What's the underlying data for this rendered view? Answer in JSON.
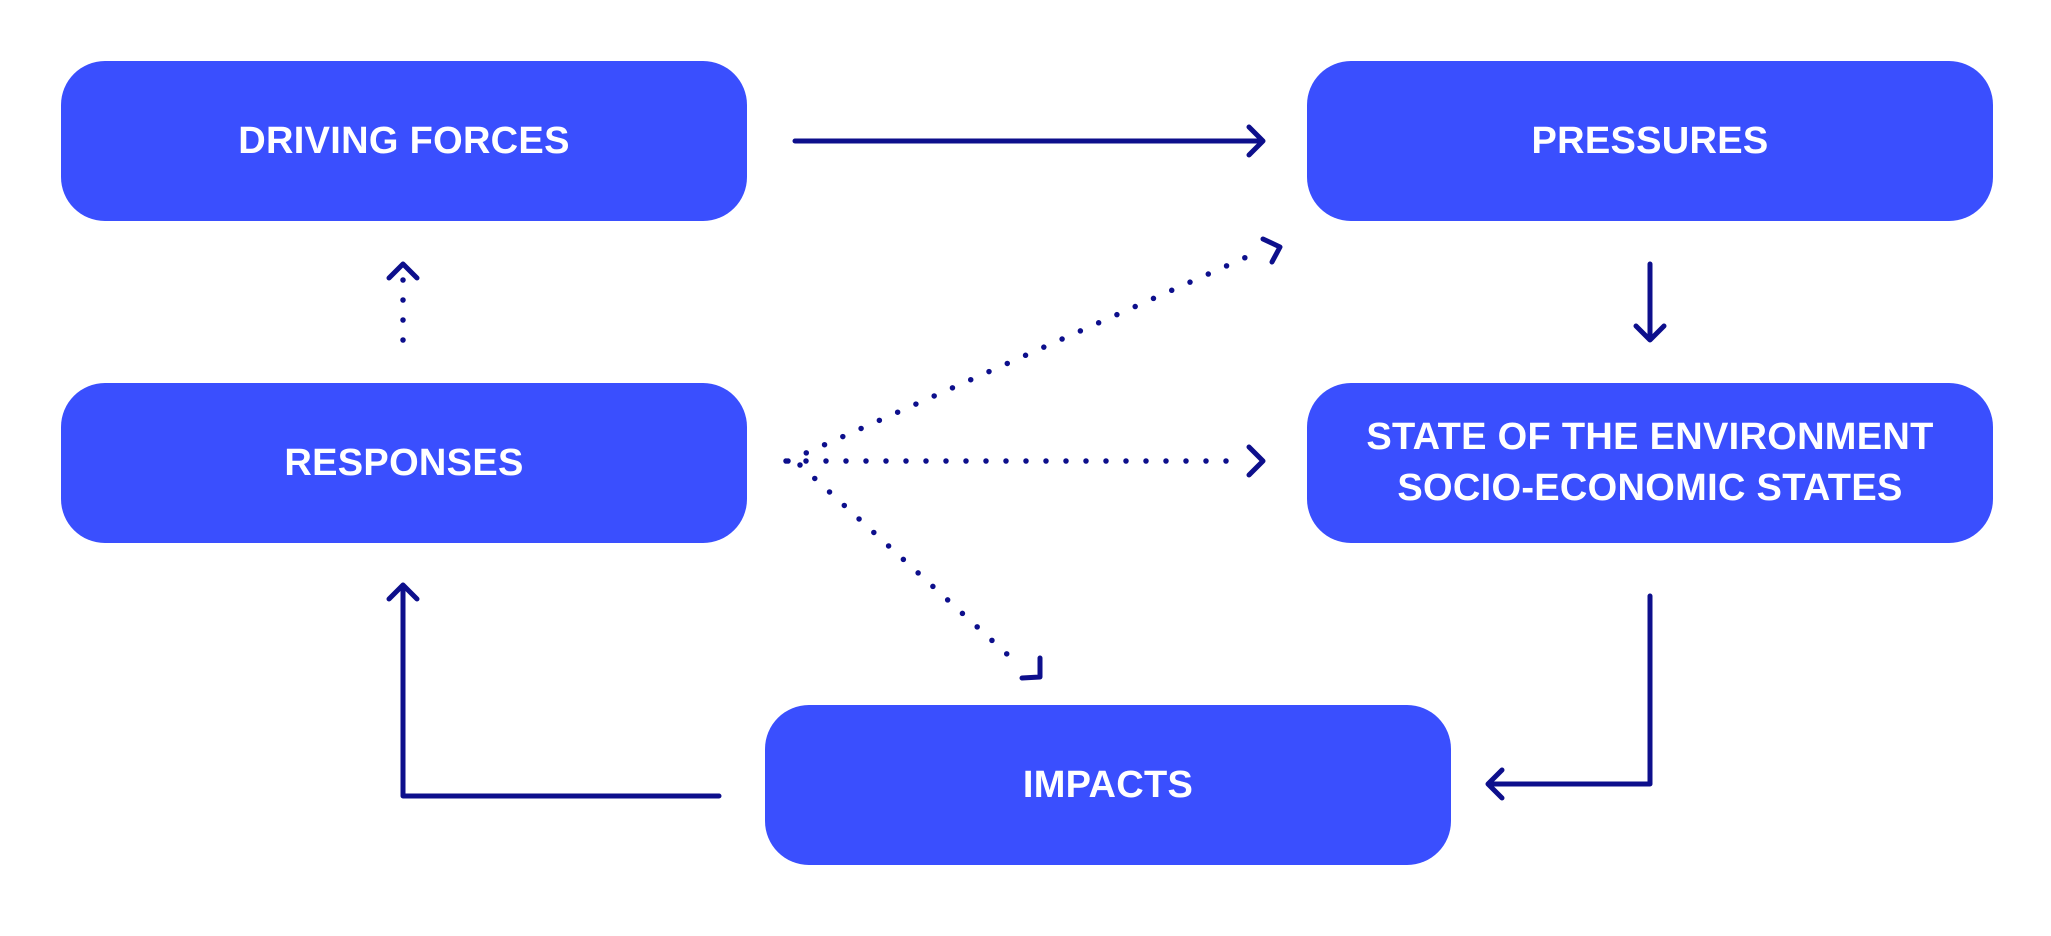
{
  "colors": {
    "box_fill": "#3a4ffe",
    "box_text": "#ffffff",
    "arrow": "#0d0f8c",
    "background": "#ffffff"
  },
  "nodes": {
    "driving_forces": {
      "lines": [
        "DRIVING FORCES"
      ]
    },
    "pressures": {
      "lines": [
        "PRESSURES"
      ]
    },
    "responses": {
      "lines": [
        "RESPONSES"
      ]
    },
    "state": {
      "lines": [
        "STATE OF THE ENVIRONMENT",
        "SOCIO-ECONOMIC STATES"
      ]
    },
    "impacts": {
      "lines": [
        "IMPACTS"
      ]
    }
  },
  "edges": [
    {
      "from": "driving_forces",
      "to": "pressures",
      "style": "solid"
    },
    {
      "from": "pressures",
      "to": "state",
      "style": "solid"
    },
    {
      "from": "state",
      "to": "impacts",
      "style": "solid"
    },
    {
      "from": "impacts",
      "to": "responses",
      "style": "solid"
    },
    {
      "from": "responses",
      "to": "driving_forces",
      "style": "dotted"
    },
    {
      "from": "responses",
      "to": "pressures",
      "style": "dotted"
    },
    {
      "from": "responses",
      "to": "state",
      "style": "dotted"
    },
    {
      "from": "responses",
      "to": "impacts",
      "style": "dotted"
    }
  ]
}
